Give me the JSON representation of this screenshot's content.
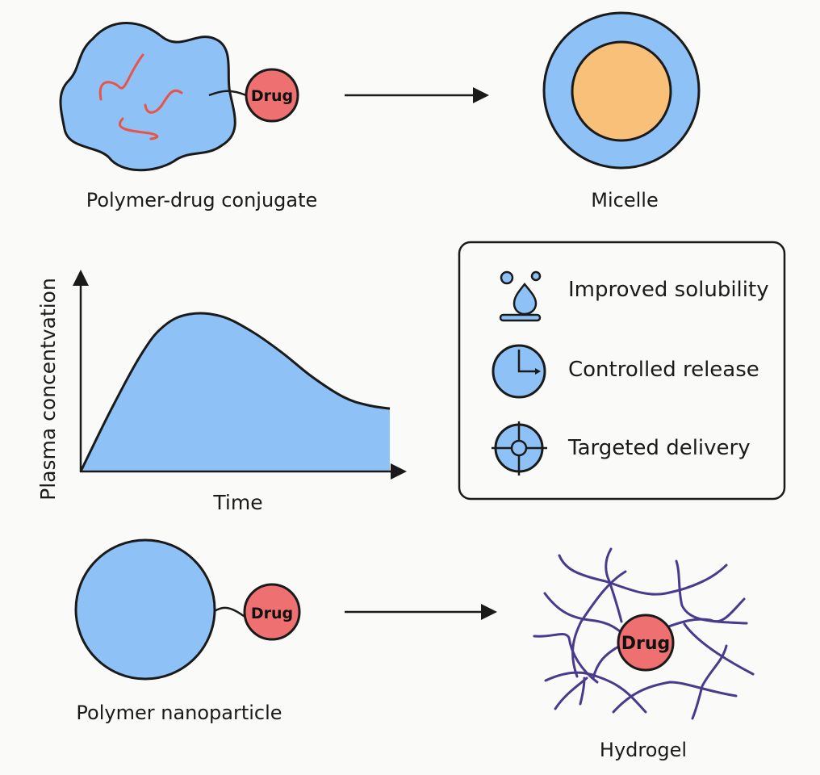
{
  "colors": {
    "polymer_blue": "#8ec1f6",
    "drug_red": "#ee7070",
    "core_orange": "#f9c07a",
    "strand_red": "#e8544a",
    "hydrogel_purple": "#4a3a8c",
    "outline": "#1a1a1a",
    "background": "#fafaf8"
  },
  "panels": {
    "conjugate": {
      "label": "Polymer-drug conjugate",
      "drug_label": "Drug"
    },
    "micelle": {
      "label": "Micelle"
    },
    "nanoparticle": {
      "label": "Polymer nanoparticle",
      "drug_label": "Drug"
    },
    "hydrogel": {
      "label": "Hydrogel",
      "drug_label": "Drug"
    }
  },
  "benefits": {
    "items": [
      {
        "icon": "solubility-drop-icon",
        "label": "Improved solubility"
      },
      {
        "icon": "clock-icon",
        "label": "Controlled release"
      },
      {
        "icon": "target-crosshair-icon",
        "label": "Targeted delivery"
      }
    ]
  },
  "chart_data": {
    "type": "area",
    "title": "",
    "xlabel": "Time",
    "ylabel": "Plasma concentvation",
    "x": [
      0,
      0.1,
      0.2,
      0.27,
      0.35,
      0.45,
      0.55,
      0.65,
      0.75,
      0.85,
      0.93,
      1.0
    ],
    "y": [
      0,
      0.38,
      0.72,
      0.88,
      0.95,
      0.94,
      0.85,
      0.72,
      0.57,
      0.45,
      0.4,
      0.38
    ],
    "xlim": [
      0,
      1
    ],
    "ylim": [
      0,
      1.2
    ],
    "grid": false,
    "axis_ticks": "none",
    "legend": "none"
  }
}
